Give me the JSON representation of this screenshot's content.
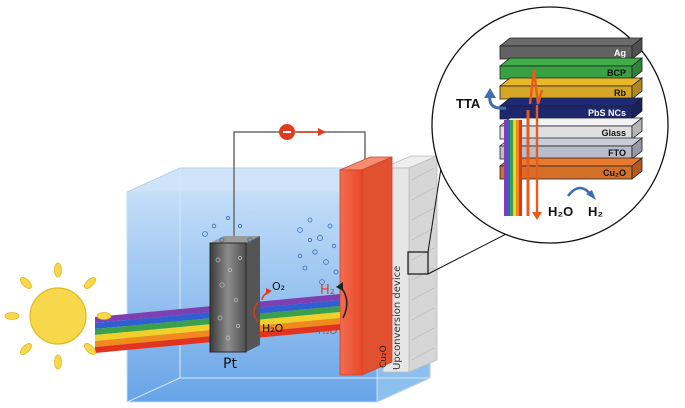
{
  "labels": {
    "pt": "Pt",
    "o2": "O₂",
    "h2_left": "H₂",
    "h2o_left": "H₂O",
    "h2o_mid": "H₂O",
    "cu2o_vertical": "Cu₂O",
    "upconversion_vertical": "Upconversion device",
    "tta": "TTA",
    "h2o_inset": "H₂O",
    "h2_inset": "H₂"
  },
  "layers": [
    {
      "label": "Ag",
      "color": "#6b6b6b"
    },
    {
      "label": "BCP",
      "color": "#3fae4a"
    },
    {
      "label": "Rb",
      "color": "#e9b62a"
    },
    {
      "label": "PbS NCs",
      "color": "#1e2a78"
    },
    {
      "label": "Glass",
      "color": "#f2f2f4"
    },
    {
      "label": "FTO",
      "color": "#c9ccda"
    },
    {
      "label": "Cu₂O",
      "color": "#e87a2e"
    }
  ],
  "colors": {
    "water": "#6aa8e8",
    "tank_light": "#bcdaf7",
    "cu2o": "#f0694a",
    "device": "#d9d9d9",
    "sun": "#f7d84a",
    "arrow_red": "#e23a1f",
    "arrow_blue": "#3d6eb4"
  }
}
